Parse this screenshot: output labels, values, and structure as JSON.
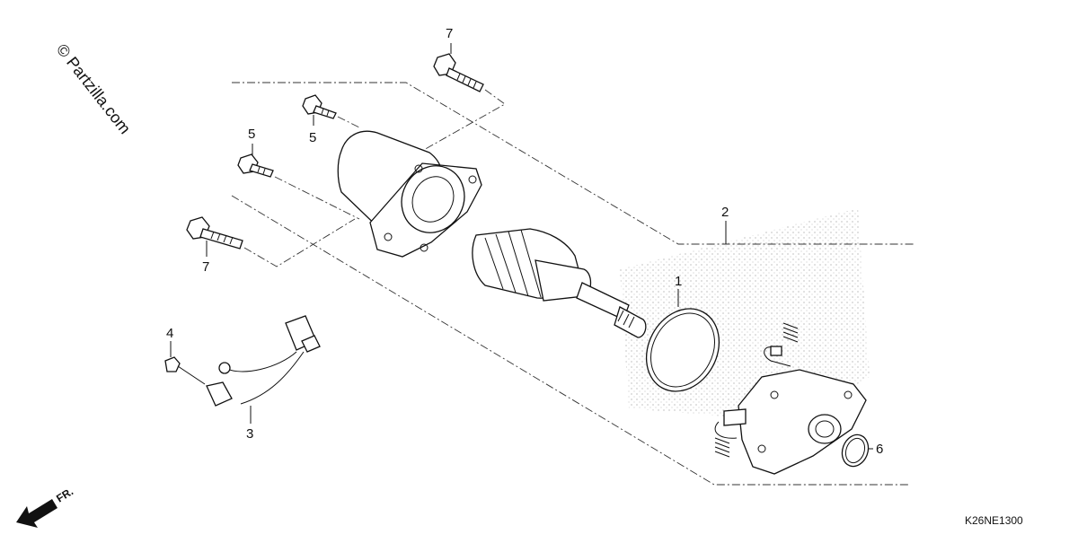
{
  "watermark": "© Partzilla.com",
  "diagram_code": "K26NE1300",
  "direction_label": "FR.",
  "callouts": {
    "c1": "1",
    "c2": "2",
    "c3": "3",
    "c4": "4",
    "c5a": "5",
    "c5b": "5",
    "c6": "6",
    "c7a": "7",
    "c7b": "7"
  }
}
